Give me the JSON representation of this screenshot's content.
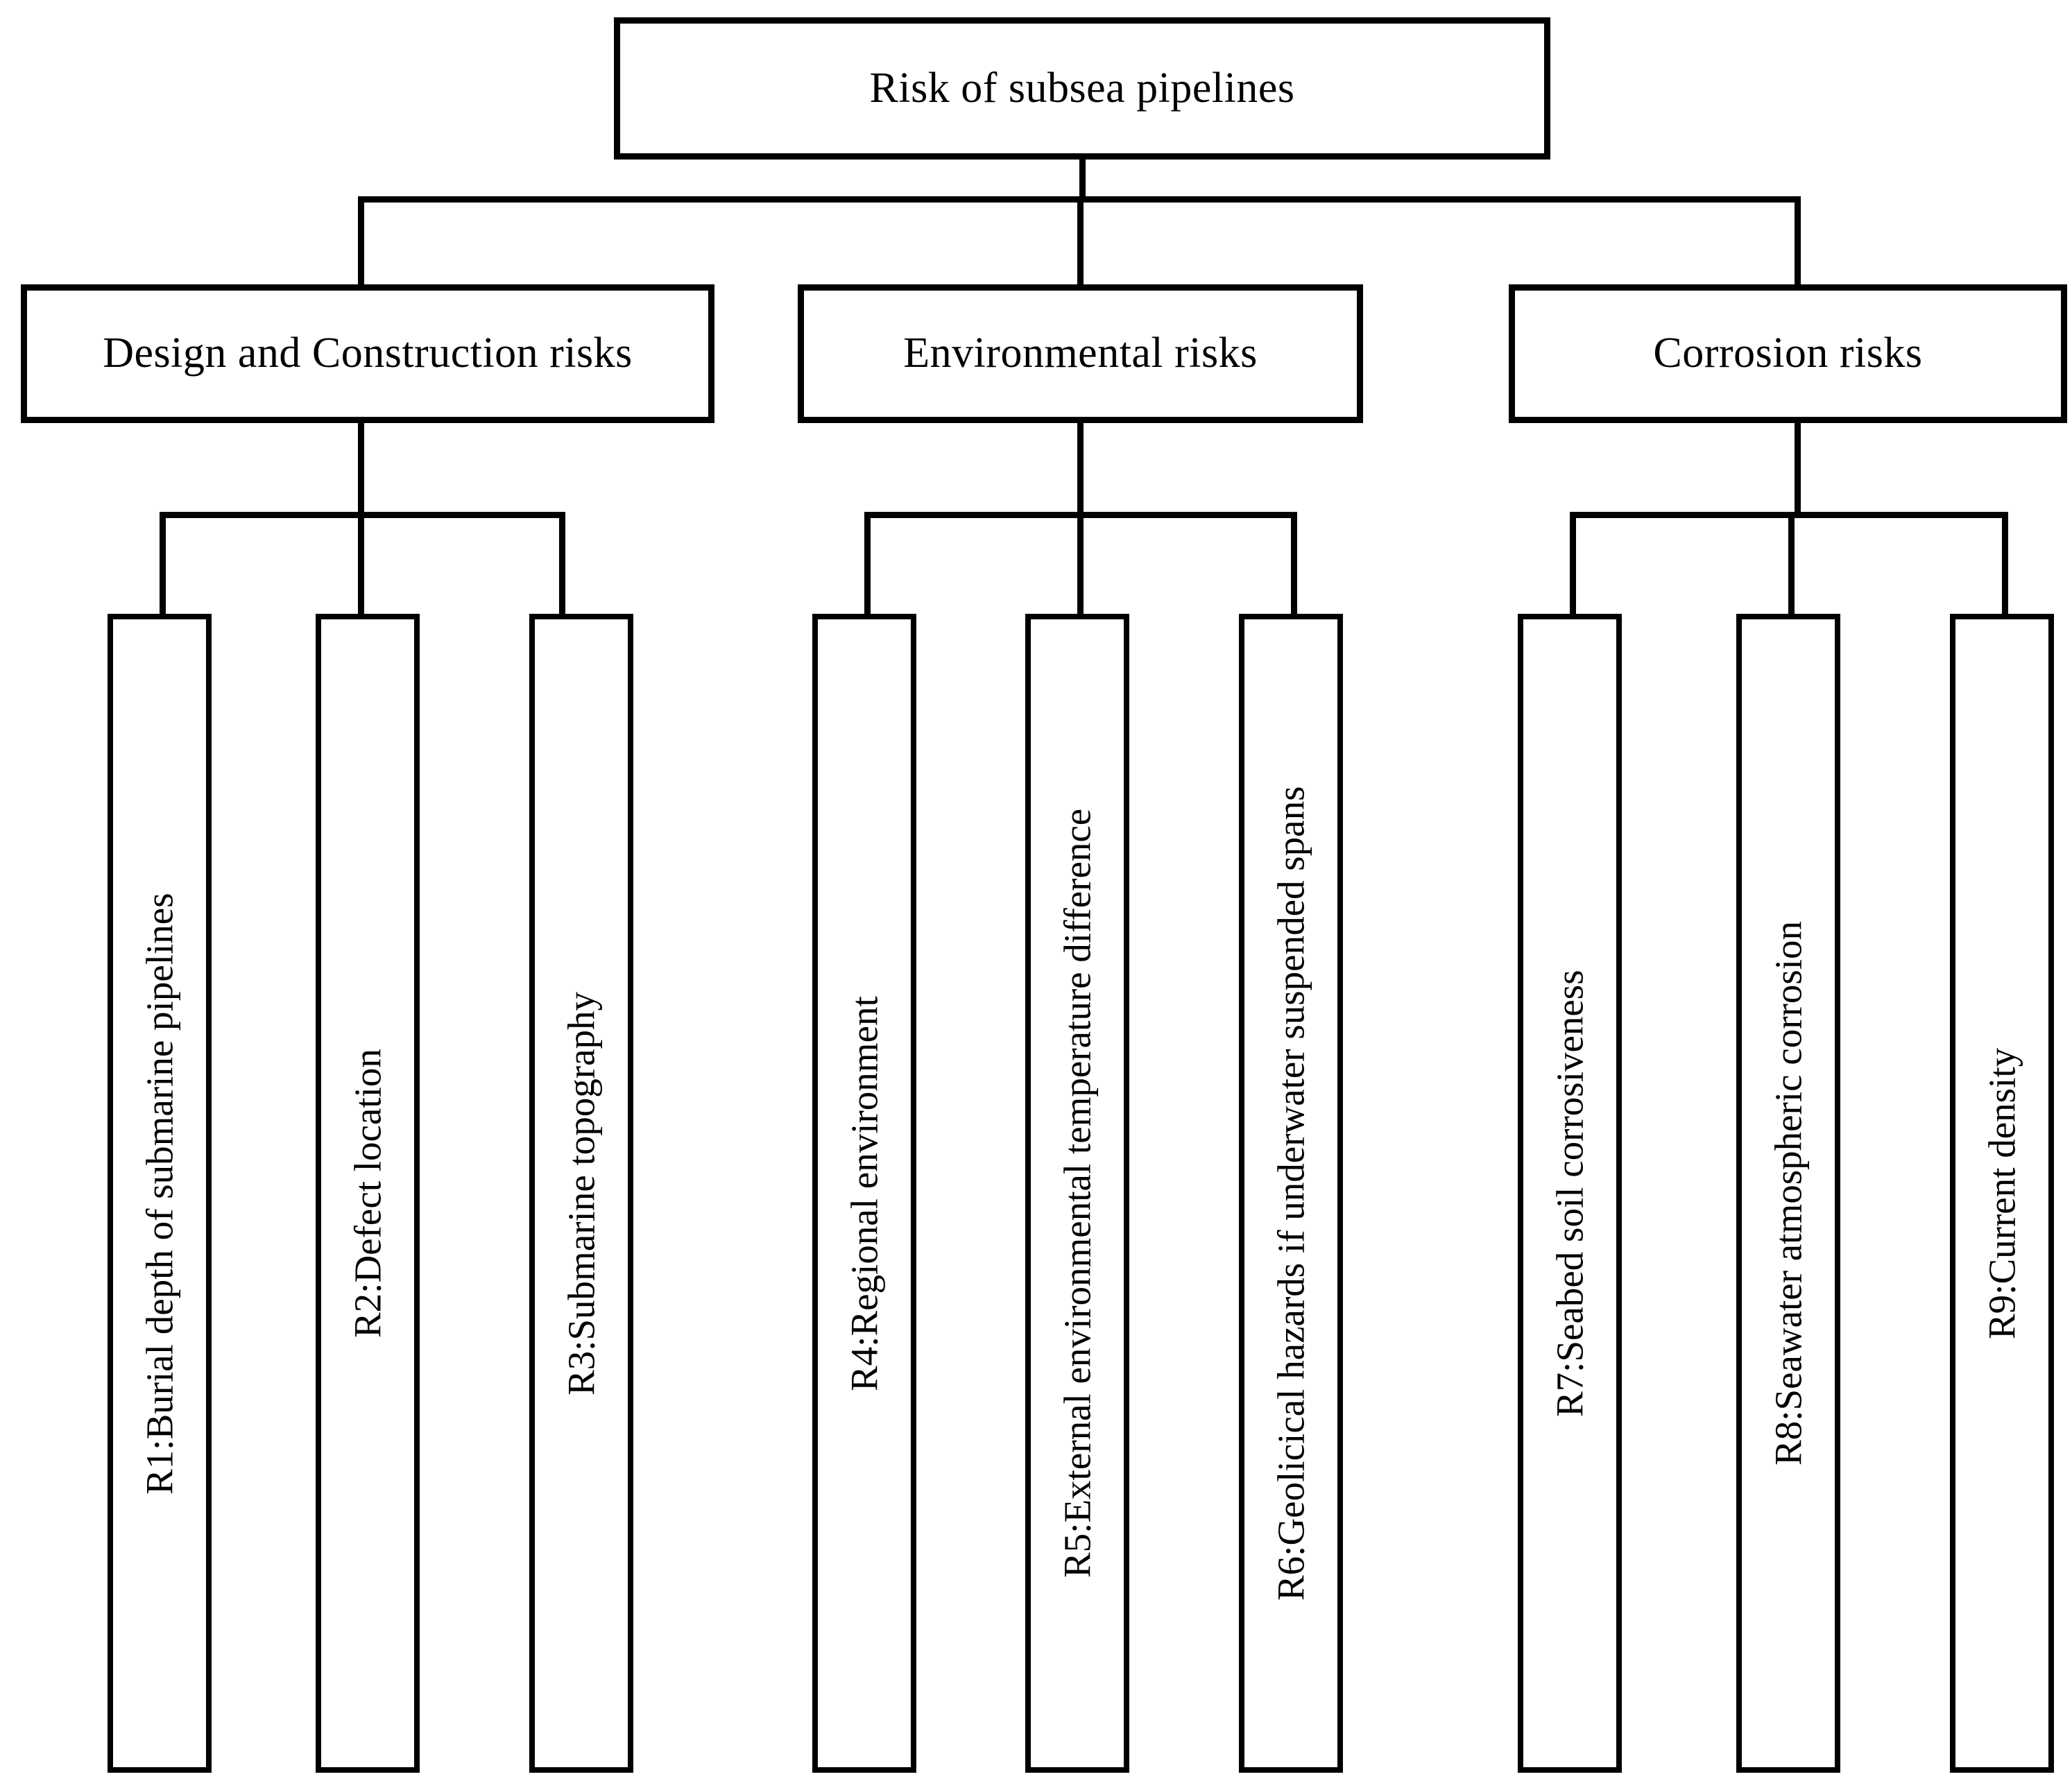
{
  "diagram": {
    "title": "Risk of subsea pipelines",
    "type": "hierarchy-tree",
    "orientation": "top-down",
    "colors": {
      "stroke": "#000000",
      "fill": "#ffffff",
      "text": "#000000"
    },
    "root": {
      "label": "Risk of subsea pipelines"
    },
    "categories": [
      {
        "id": "design-and-construction-risks",
        "label": "Design and Construction risks",
        "leaves": [
          {
            "code": "R1",
            "label": "R1:Burial depth of submarine pipelines"
          },
          {
            "code": "R2",
            "label": "R2:Defect location"
          },
          {
            "code": "R3",
            "label": "R3:Submarine topography"
          }
        ]
      },
      {
        "id": "environmental-risks",
        "label": "Environmental risks",
        "leaves": [
          {
            "code": "R4",
            "label": "R4:Regional environment"
          },
          {
            "code": "R5",
            "label": "R5:External environmental temperature difference"
          },
          {
            "code": "R6",
            "label": "R6:Geolicical hazards if underwater suspended spans"
          }
        ]
      },
      {
        "id": "corrosion-risks",
        "label": "Corrosion risks",
        "leaves": [
          {
            "code": "R7",
            "label": "R7:Seabed soil corrosiveness"
          },
          {
            "code": "R8",
            "label": "R8:Seawater atmospheric corrosion"
          },
          {
            "code": "R9",
            "label": "R9:Current density"
          }
        ]
      }
    ]
  }
}
